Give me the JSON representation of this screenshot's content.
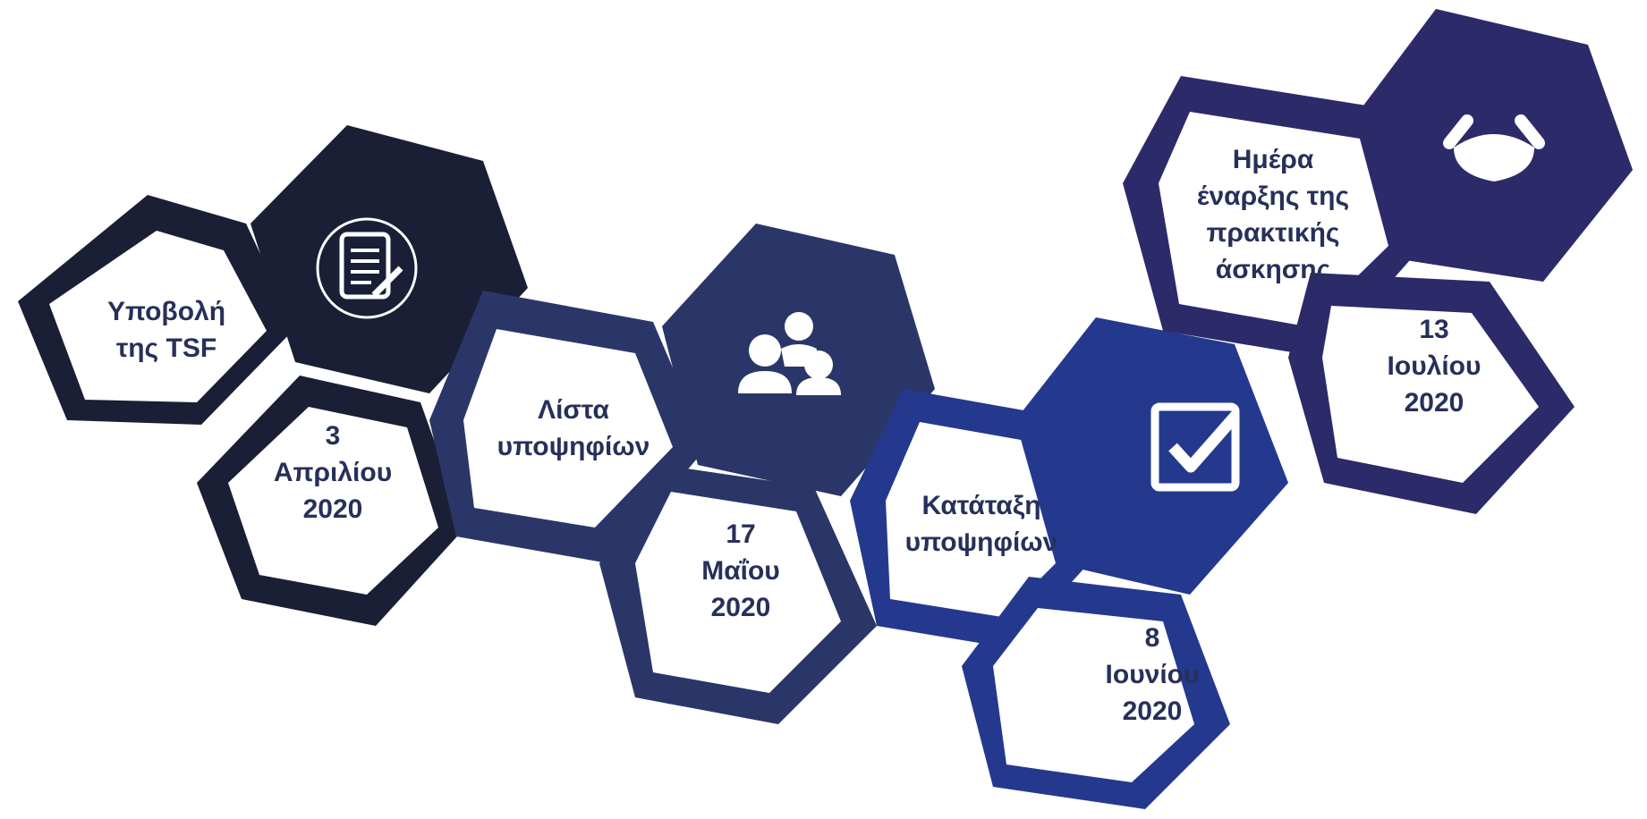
{
  "colors": {
    "stage1": "#1a1f36",
    "stage2": "#2b3668",
    "stage3": "#24398e",
    "stage4": "#2d2a6a",
    "text": "#27305a",
    "icon": "#ffffff"
  },
  "stages": [
    {
      "title_lines": [
        "Υποβολή",
        "της TSF"
      ],
      "date_lines": [
        "3",
        "Απριλίου",
        "2020"
      ],
      "icon": "document-edit-icon"
    },
    {
      "title_lines": [
        "Λίστα",
        "υποψηφίων"
      ],
      "date_lines": [
        "17",
        "Μαΐου",
        "2020"
      ],
      "icon": "users-group-icon"
    },
    {
      "title_lines": [
        "Κατάταξη",
        "υποψηφίων"
      ],
      "date_lines": [
        "8",
        "Ιουνίου",
        "2020"
      ],
      "icon": "checkbox-icon"
    },
    {
      "title_lines": [
        "Ημέρα",
        "έναρξης της",
        "πρακτικής",
        "άσκησης"
      ],
      "date_lines": [
        "13",
        "Ιουλίου",
        "2020"
      ],
      "icon": "handshake-icon"
    }
  ]
}
